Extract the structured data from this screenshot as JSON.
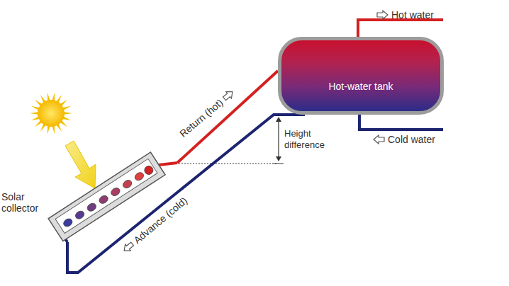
{
  "diagram": {
    "nodes": [
      {
        "text": [
          "Hot-water tank"
        ]
      },
      {
        "text": [
          "Solar collector"
        ]
      }
    ],
    "edges": [
      {
        "from": 1,
        "to": 0,
        "label": "Return (hot)",
        "arrow": "none"
      },
      {
        "from": 0,
        "to": 1,
        "label": "Advance (cold)",
        "arrow": "none"
      }
    ],
    "labels": [
      "Hot water",
      "Cold water",
      "Height difference"
    ]
  }
}
